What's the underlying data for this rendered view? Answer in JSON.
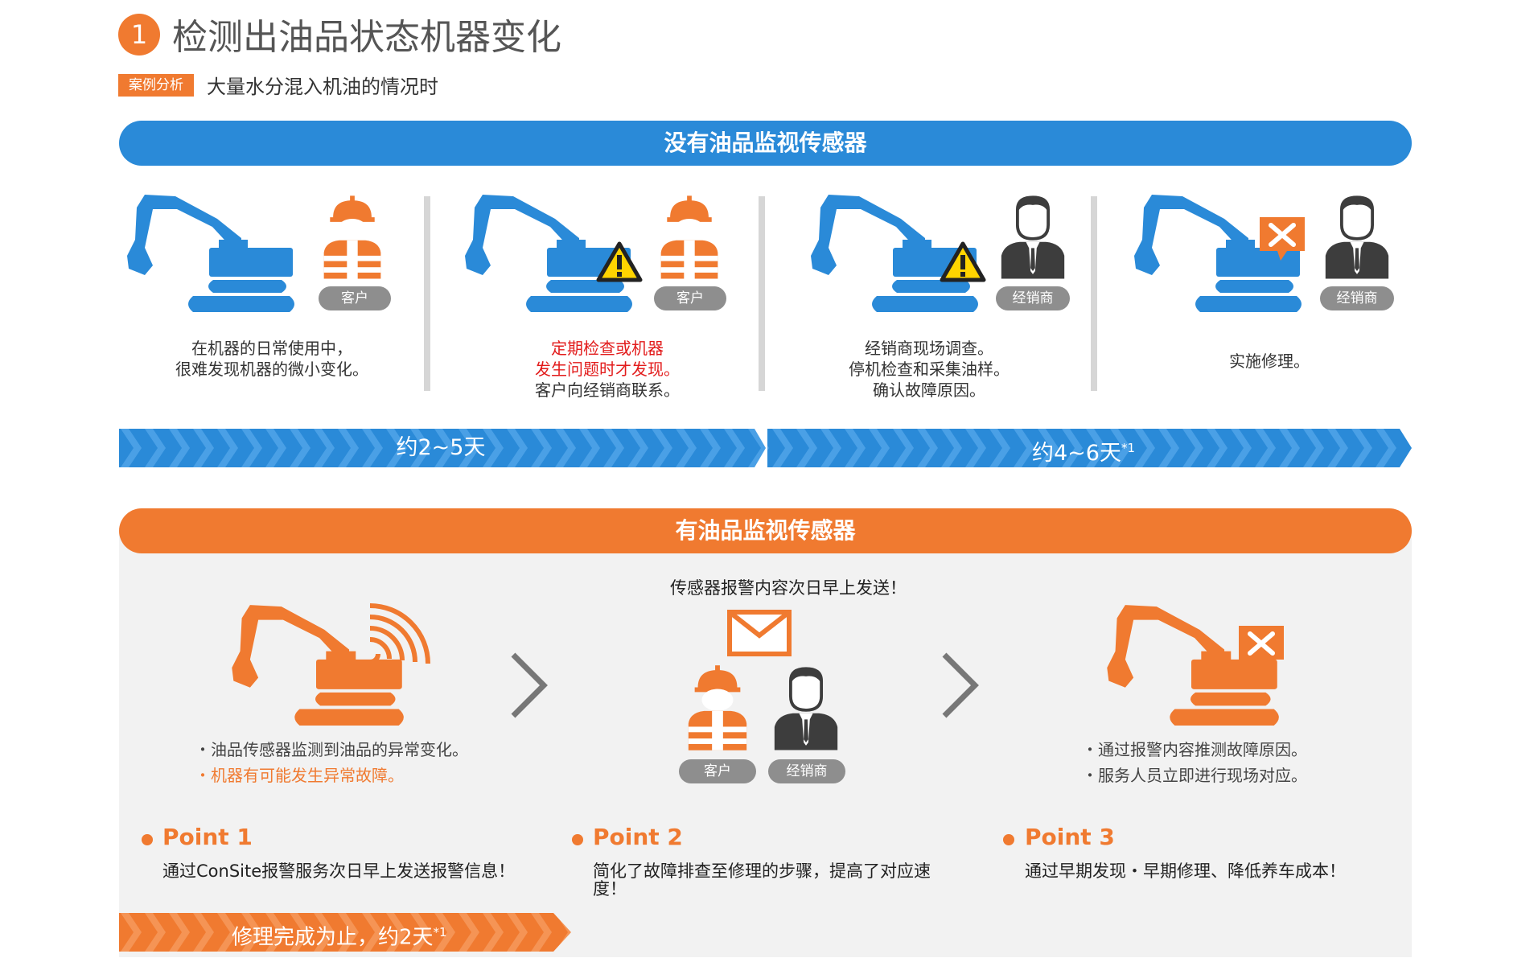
{
  "header": {
    "number": "1",
    "title": "检测出油品状态机器变化",
    "case_tag": "案例分析",
    "case_text": "大量水分混入机油的情况时"
  },
  "without_sensor": {
    "banner": "没有油品监视传感器",
    "panels": [
      {
        "role": "客户",
        "lines": [
          "在机器的日常使用中，",
          "很难发现机器的微小变化。"
        ]
      },
      {
        "role": "客户",
        "red_lines": [
          "定期检查或机器",
          "发生问题时才发现。"
        ],
        "lines": [
          "客户向经销商联系。"
        ]
      },
      {
        "role": "经销商",
        "lines": [
          "经销商现场调查。",
          "停机检查和采集油样。",
          "确认故障原因。"
        ]
      },
      {
        "role": "经销商",
        "lines": [
          "实施修理。"
        ]
      }
    ],
    "timeline": [
      {
        "label": "约2~5天",
        "sup": ""
      },
      {
        "label": "约4~6天",
        "sup": "*1"
      }
    ]
  },
  "with_sensor": {
    "banner": "有油品监视传感器",
    "alert_title": "传感器报警内容次日早上发送！",
    "roles": [
      "客户",
      "经销商"
    ],
    "left_bullets": [
      "油品传感器监测到油品的异常变化。"
    ],
    "left_bullets_orange": [
      "机器有可能发生异常故障。"
    ],
    "right_bullets": [
      "通过报警内容推测故障原因。",
      "服务人员立即进行现场对应。"
    ],
    "points": [
      {
        "title": "Point 1",
        "desc": "通过ConSite报警服务次日早上发送报警信息！"
      },
      {
        "title": "Point 2",
        "desc": "简化了故障排查至修理的步骤，提高了对应速度！"
      },
      {
        "title": "Point 3",
        "desc": "通过早期发现・早期修理、降低养车成本！"
      }
    ],
    "bottom_label": "修理完成为止，约2天",
    "bottom_sup": "*1"
  },
  "colors": {
    "blue": "#2a8ad8",
    "orange": "#f07a30",
    "gray": "#8e8e8e",
    "red": "#e21b1b"
  }
}
